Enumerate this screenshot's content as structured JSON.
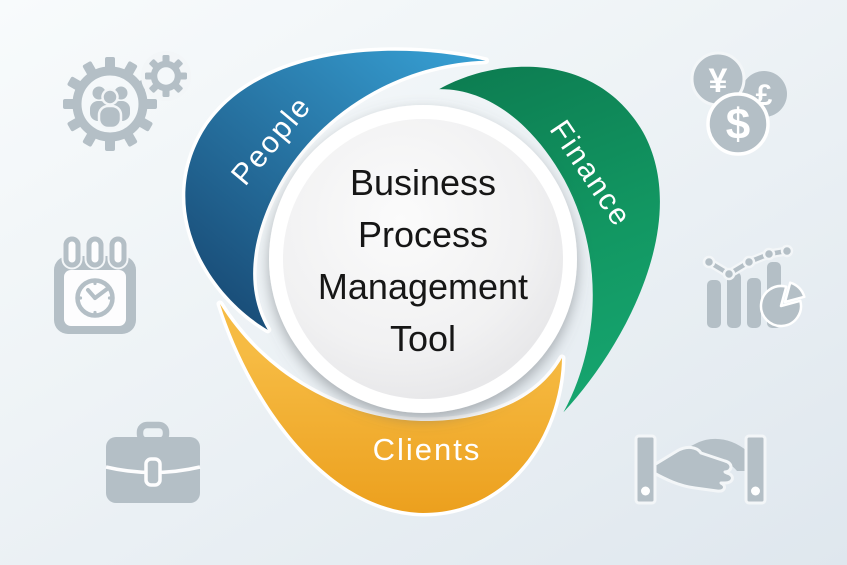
{
  "title": "Business Process Management Tool",
  "background": {
    "gradient_top": "#f8fbfc",
    "gradient_bottom": "#dfe7ee"
  },
  "center": {
    "lines": [
      "Business",
      "Process",
      "Management",
      "Tool"
    ],
    "text_color": "#161616",
    "disc_fill": "#efefef"
  },
  "petals": [
    {
      "label": "People",
      "angle_deg": -50,
      "color_light": "#37a0d4",
      "color_dark": "#1a4f7a",
      "label_color": "#ffffff"
    },
    {
      "label": "Finance",
      "angle_deg": 56,
      "color_light": "#16a56f",
      "color_dark": "#0d7e52",
      "label_color": "#ffffff"
    },
    {
      "label": "Clients",
      "angle_deg": 0,
      "color_light": "#f6bb43",
      "color_dark": "#eca01e",
      "label_color": "#ffffff"
    }
  ],
  "icons": {
    "color": "#b4bfc6",
    "items": [
      {
        "name": "team-gears-icon",
        "position": "top-left"
      },
      {
        "name": "currency-coins-icon",
        "position": "top-right",
        "symbols": {
          "yen": "¥",
          "pound": "£",
          "dollar": "$"
        }
      },
      {
        "name": "calendar-clock-icon",
        "position": "middle-left"
      },
      {
        "name": "analytics-chart-icon",
        "position": "middle-right"
      },
      {
        "name": "briefcase-icon",
        "position": "bottom-left"
      },
      {
        "name": "handshake-icon",
        "position": "bottom-right"
      }
    ]
  }
}
